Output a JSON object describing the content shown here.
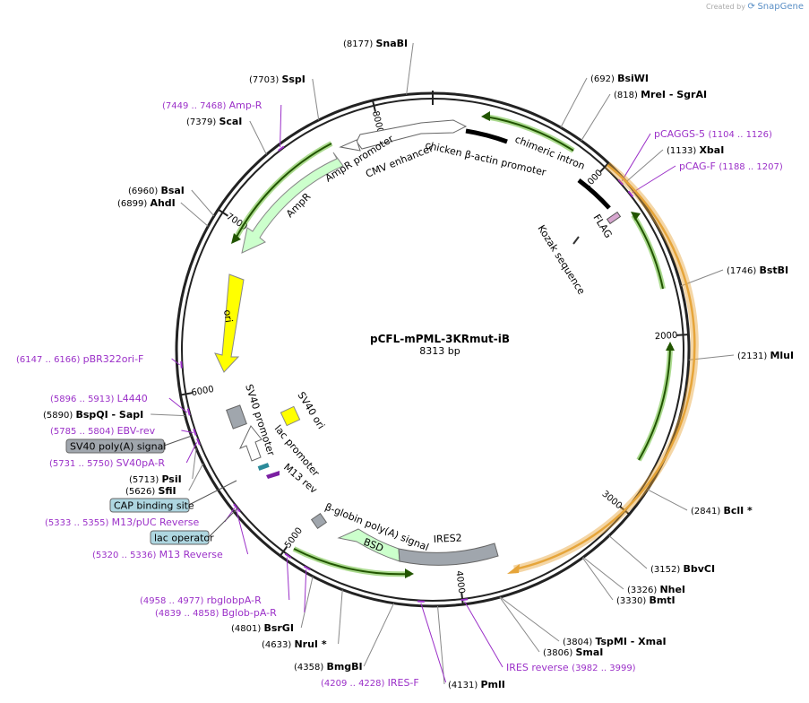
{
  "branding": {
    "created_by": "Created by",
    "app": "SnapGene"
  },
  "plasmid": {
    "name": "pCFL-mPML-3KRmut-iB",
    "size": "8313 bp",
    "length": 8313
  },
  "colors": {
    "primer": "#9b30c8",
    "ring": "#222222",
    "green_arrow": "#ccffcc",
    "green_glow": "#66bb33",
    "orange": "#e6a53a",
    "yellow": "#ffff00",
    "gray": "#a0a6ad",
    "teal": "#2b8a99",
    "feature_blue": "#aed6e0"
  },
  "ticks": [
    {
      "label": "1000",
      "pos": 1000
    },
    {
      "label": "2000",
      "pos": 2000
    },
    {
      "label": "3000",
      "pos": 3000
    },
    {
      "label": "4000",
      "pos": 4000
    },
    {
      "label": "5000",
      "pos": 5000
    },
    {
      "label": "6000",
      "pos": 6000
    },
    {
      "label": "7000",
      "pos": 7000
    },
    {
      "label": "8000",
      "pos": 8000
    }
  ],
  "enzymes": [
    {
      "name": "SnaBI",
      "pos": "(8177)",
      "at": 8177
    },
    {
      "name": "SspI",
      "pos": "(7703)",
      "at": 7703
    },
    {
      "name": "ScaI",
      "pos": "(7379)",
      "at": 7379
    },
    {
      "name": "BsaI",
      "pos": "(6960)",
      "at": 6960
    },
    {
      "name": "AhdI",
      "pos": "(6899)",
      "at": 6899
    },
    {
      "name": "BspQI",
      "pos": "(5890)",
      "at": 5890,
      "extra": "- SapI"
    },
    {
      "name": "PsiI",
      "pos": "(5713)",
      "at": 5713
    },
    {
      "name": "SfiI",
      "pos": "(5626)",
      "at": 5626
    },
    {
      "name": "BsrGI",
      "pos": "(4801)",
      "at": 4801
    },
    {
      "name": "NruI *",
      "pos": "(4633)",
      "at": 4633
    },
    {
      "name": "BmgBI",
      "pos": "(4358)",
      "at": 4358
    },
    {
      "name": "PmlI",
      "pos": "(4131)",
      "at": 4131
    },
    {
      "name": "SmaI",
      "pos": "(3806)",
      "at": 3806
    },
    {
      "name": "TspMI",
      "pos": "(3804)",
      "at": 3804,
      "extra": "- XmaI"
    },
    {
      "name": "BmtI",
      "pos": "(3330)",
      "at": 3330
    },
    {
      "name": "NheI",
      "pos": "(3326)",
      "at": 3326
    },
    {
      "name": "BbvCI",
      "pos": "(3152)",
      "at": 3152
    },
    {
      "name": "BclI *",
      "pos": "(2841)",
      "at": 2841
    },
    {
      "name": "MluI",
      "pos": "(2131)",
      "at": 2131
    },
    {
      "name": "BstBI",
      "pos": "(1746)",
      "at": 1746
    },
    {
      "name": "XbaI",
      "pos": "(1133)",
      "at": 1133
    },
    {
      "name": "MreI",
      "pos": "(818)",
      "at": 818,
      "extra": "- SgrAI"
    },
    {
      "name": "BsiWI",
      "pos": "(692)",
      "at": 692
    }
  ],
  "primers": [
    {
      "name": "Amp-R",
      "range": "(7449 .. 7468)",
      "at": 7458
    },
    {
      "name": "pBR322ori-F",
      "range": "(6147 .. 6166)",
      "at": 6156
    },
    {
      "name": "L4440",
      "range": "(5896 .. 5913)",
      "at": 5904
    },
    {
      "name": "EBV-rev",
      "range": "(5785 .. 5804)",
      "at": 5794
    },
    {
      "name": "SV40pA-R",
      "range": "(5731 .. 5750)",
      "at": 5740
    },
    {
      "name": "M13/pUC Reverse",
      "range": "(5333 .. 5355)",
      "at": 5344
    },
    {
      "name": "M13 Reverse",
      "range": "(5320 .. 5336)",
      "at": 5328
    },
    {
      "name": "rbglobpA-R",
      "range": "(4958 .. 4977)",
      "at": 4967
    },
    {
      "name": "Bglob-pA-R",
      "range": "(4839 .. 4858)",
      "at": 4848
    },
    {
      "name": "IRES-F",
      "range": "(4209 .. 4228)",
      "at": 4218
    },
    {
      "name": "IRES reverse",
      "range": "(3982 .. 3999)",
      "at": 3990
    },
    {
      "name": "pCAGGS-5",
      "range": "(1104 .. 1126)",
      "at": 1115
    },
    {
      "name": "pCAG-F",
      "range": "(1188 .. 1207)",
      "at": 1197
    }
  ],
  "features_boxed": [
    {
      "name": "SV40 poly(A) signal",
      "kind": "gray"
    },
    {
      "name": "CAP binding site",
      "kind": "blue"
    },
    {
      "name": "lac operator",
      "kind": "blue"
    }
  ],
  "feature_labels": {
    "chicken": "chicken β-actin promoter",
    "chimeric": "chimeric intron",
    "cmv": "CMV enhancer",
    "amprp": "AmpR promoter",
    "ampr": "AmpR",
    "ori": "ori",
    "flag": "FLAG",
    "kozak": "Kozak sequence",
    "sv40p": "SV40 promoter",
    "sv40ori": "SV40 ori",
    "lacp": "lac promoter",
    "m13rev": "M13 rev",
    "bglob": "β-globin poly(A) signal",
    "bsd": "BSD",
    "ires2": "IRES2"
  }
}
